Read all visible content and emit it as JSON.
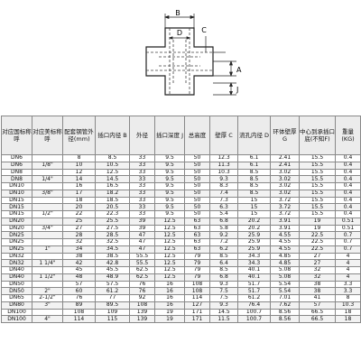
{
  "diagram": {
    "labels": {
      "B": "B",
      "D": "D",
      "C": "C",
      "A": "A",
      "J": "J"
    }
  },
  "table": {
    "headers": [
      "对应国标称呼",
      "对应美标称呼",
      "配套钢管外径(mm)",
      "插口内径 B",
      "外径",
      "插口深度 J",
      "总高度",
      "壁厚 C",
      "流孔内径 D",
      "环体壁厚 G",
      "中心到承插口底(不知F)",
      "重量 (KG)"
    ],
    "rows": [
      [
        "DN6",
        "",
        "8",
        "8.5",
        "33",
        "9.5",
        "50",
        "12.3",
        "6.1",
        "2.41",
        "15.5",
        "0.4"
      ],
      [
        "DN6",
        "1/8\"",
        "10",
        "10.5",
        "33",
        "9.5",
        "50",
        "11.3",
        "6.1",
        "2.41",
        "15.5",
        "0.4"
      ],
      [
        "DN8",
        "",
        "12",
        "12.5",
        "33",
        "9.5",
        "50",
        "10.3",
        "8.5",
        "3.02",
        "15.5",
        "0.4"
      ],
      [
        "DN8",
        "1/4\"",
        "14",
        "14.5",
        "33",
        "9.5",
        "50",
        "9.3",
        "8.5",
        "3.02",
        "15.5",
        "0.4"
      ],
      [
        "DN10",
        "",
        "16",
        "16.5",
        "33",
        "9.5",
        "50",
        "8.3",
        "8.5",
        "3.02",
        "15.5",
        "0.4"
      ],
      [
        "DN10",
        "3/8\"",
        "17",
        "18.2",
        "33",
        "9.5",
        "50",
        "7.4",
        "8.5",
        "3.02",
        "15.5",
        "0.4"
      ],
      [
        "DN15",
        "",
        "18",
        "18.5",
        "33",
        "9.5",
        "50",
        "7.3",
        "15",
        "3.72",
        "15.5",
        "0.4"
      ],
      [
        "DN15",
        "",
        "20",
        "20.5",
        "33",
        "9.5",
        "50",
        "6.3",
        "15",
        "3.72",
        "15.5",
        "0.4"
      ],
      [
        "DN15",
        "1/2\"",
        "22",
        "22.3",
        "33",
        "9.5",
        "50",
        "5.4",
        "15",
        "3.72",
        "15.5",
        "0.4"
      ],
      [
        "DN20",
        "",
        "25",
        "25.5",
        "39",
        "12.5",
        "63",
        "6.8",
        "20.2",
        "3.91",
        "19",
        "0.51"
      ],
      [
        "DN20",
        "3/4\"",
        "27",
        "27.5",
        "39",
        "12.5",
        "63",
        "5.8",
        "20.2",
        "3.91",
        "19",
        "0.51"
      ],
      [
        "DN25",
        "",
        "28",
        "28.5",
        "47",
        "12.5",
        "63",
        "9.2",
        "25.9",
        "4.55",
        "22.5",
        "0.7"
      ],
      [
        "DN25",
        "",
        "32",
        "32.5",
        "47",
        "12.5",
        "63",
        "7.2",
        "25.9",
        "4.55",
        "22.5",
        "0.7"
      ],
      [
        "DN25",
        "1\"",
        "34",
        "34.5",
        "47",
        "12.5",
        "63",
        "6.2",
        "25.9",
        "4.55",
        "22.5",
        "0.7"
      ],
      [
        "DN32",
        "",
        "38",
        "38.5",
        "55.5",
        "12.5",
        "79",
        "8.5",
        "34.3",
        "4.85",
        "27",
        "4"
      ],
      [
        "DN32",
        "1 1/4\"",
        "42",
        "42.8",
        "55.5",
        "12.5",
        "79",
        "6.4",
        "34.3",
        "4.85",
        "27",
        "4"
      ],
      [
        "DN40",
        "",
        "45",
        "45.5",
        "62.5",
        "12.5",
        "79",
        "8.5",
        "40.1",
        "5.08",
        "32",
        "4"
      ],
      [
        "DN40",
        "1 1/2\"",
        "48",
        "48.9",
        "62.5",
        "12.5",
        "79",
        "6.8",
        "40.1",
        "5.08",
        "32",
        "4"
      ],
      [
        "DN50",
        "",
        "57",
        "57.5",
        "76",
        "16",
        "108",
        "9.3",
        "51.7",
        "5.54",
        "38",
        "3.3"
      ],
      [
        "DN50",
        "2\"",
        "60",
        "61.2",
        "76",
        "16",
        "108",
        "7.5",
        "51.7",
        "5.54",
        "38",
        "3.3"
      ],
      [
        "DN65",
        "2-1/2\"",
        "76",
        "77",
        "92",
        "16",
        "114",
        "7.5",
        "61.2",
        "7.01",
        "41",
        "8"
      ],
      [
        "DN80",
        "3\"",
        "89",
        "89.5",
        "108",
        "16",
        "127",
        "9.3",
        "76.4",
        "7.62",
        "57",
        "10.3"
      ],
      [
        "DN100",
        "",
        "108",
        "109",
        "139",
        "19",
        "171",
        "14.5",
        "100.7",
        "8.56",
        "66.5",
        "18"
      ],
      [
        "DN100",
        "4\"",
        "114",
        "115",
        "139",
        "19",
        "171",
        "11.5",
        "100.7",
        "8.56",
        "66.5",
        "18"
      ]
    ]
  }
}
